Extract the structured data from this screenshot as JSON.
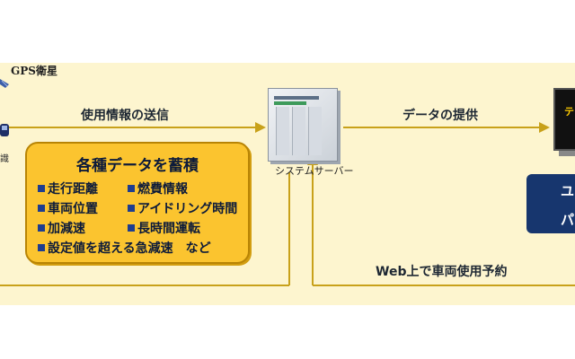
{
  "gps": {
    "label": "GPS衛星"
  },
  "left_edge": {
    "label": "識"
  },
  "arrows": {
    "send": "使用情報の送信",
    "provide": "データの提供",
    "reserve": "Web上で車両使用予約"
  },
  "storage": {
    "title": "各種データを蓄積",
    "items": [
      "走行距離",
      "燃費情報",
      "車両位置",
      "アイドリング時間",
      "加減速",
      "長時間運転",
      "設定値を超える急減速　など"
    ]
  },
  "server": {
    "label": "システムサーバー"
  },
  "monitor": {
    "text": "テ"
  },
  "user_box": {
    "line1": "ユ",
    "line2": "パ"
  },
  "colors": {
    "background": "#fdf5cf",
    "arrow": "#c8a11a",
    "box_fill": "#fbc42f",
    "box_border": "#b88405",
    "bullet": "#1e3d8f",
    "user_box": "#17366e"
  }
}
